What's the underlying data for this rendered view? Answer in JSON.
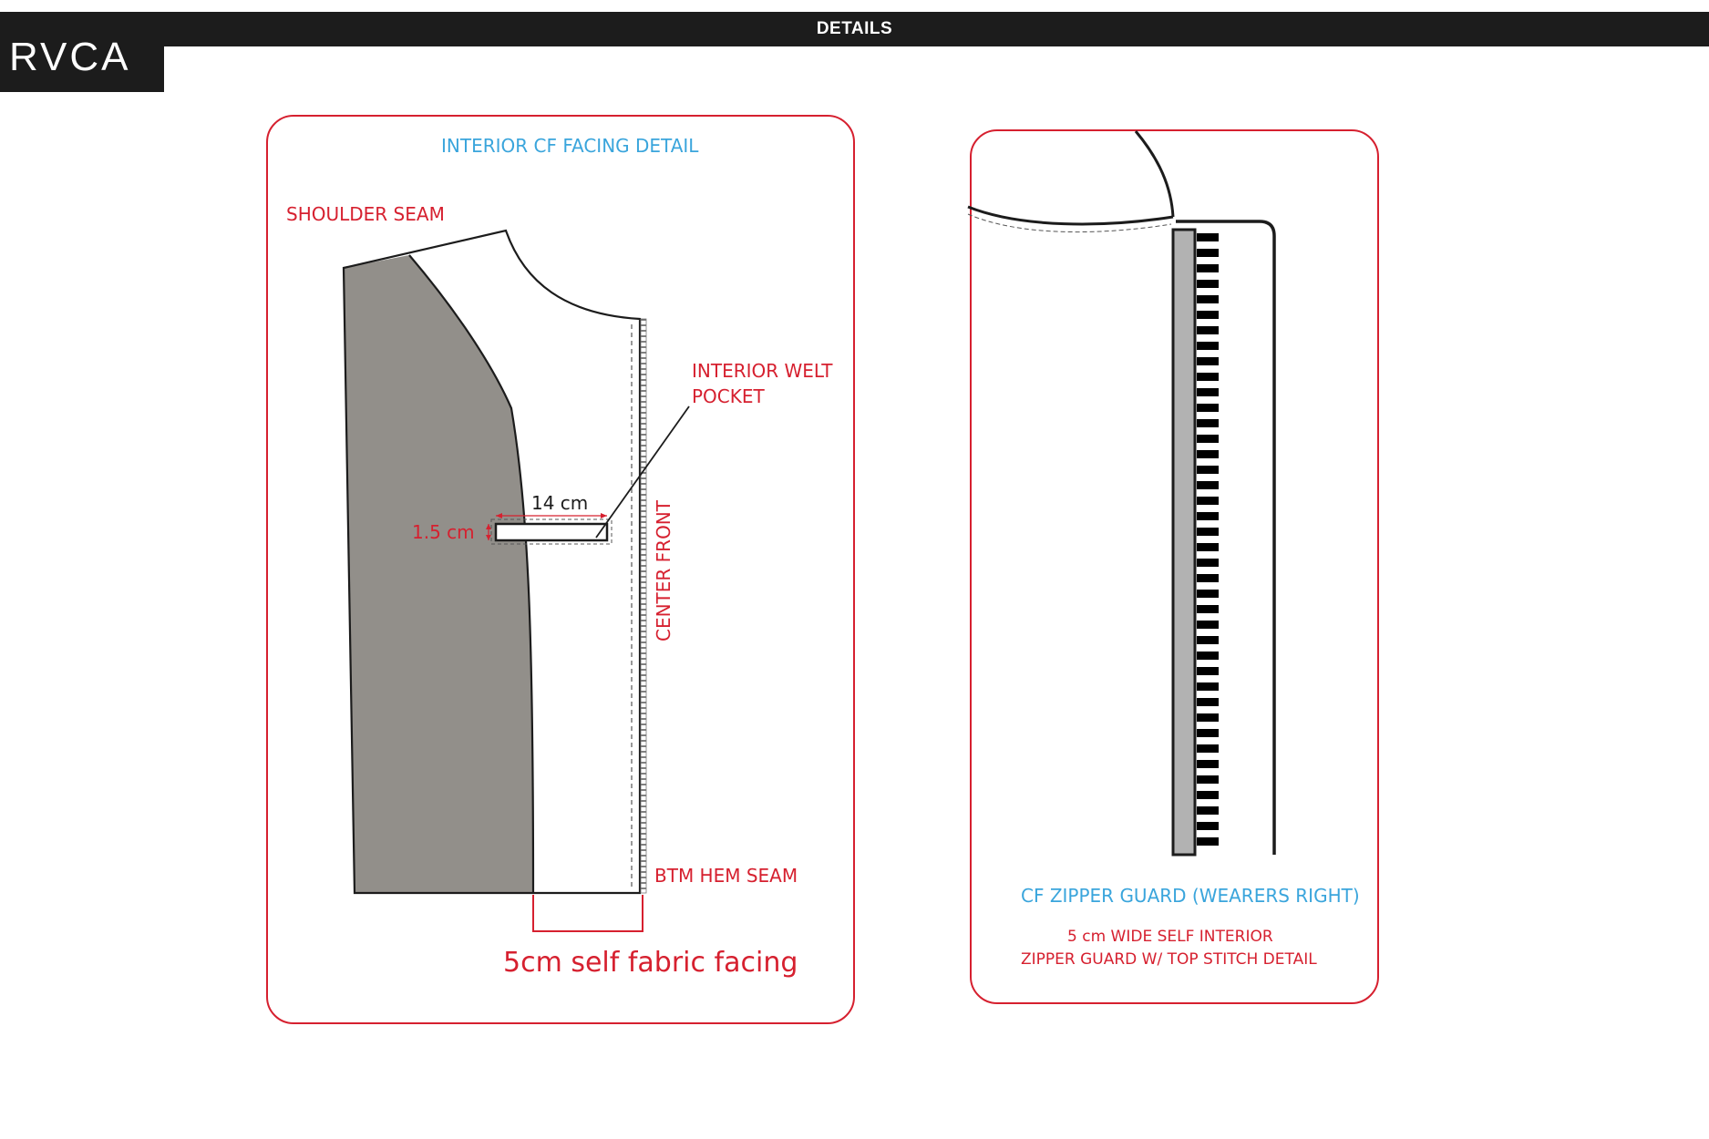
{
  "header": {
    "title": "DETAILS",
    "logo": "RVCA"
  },
  "left_panel": {
    "title": "INTERIOR CF FACING DETAIL",
    "shoulder_seam": "SHOULDER SEAM",
    "pocket_label_line1": "INTERIOR WELT",
    "pocket_label_line2": "POCKET",
    "pocket_width": "14 cm",
    "pocket_height": "1.5 cm",
    "center_front": "CENTER FRONT",
    "btm_hem_seam": "BTM HEM SEAM",
    "facing_note": "5cm self fabric facing"
  },
  "right_panel": {
    "title": "CF ZIPPER GUARD (WEARERS RIGHT)",
    "note_line1": "5 cm WIDE SELF INTERIOR",
    "note_line2": "ZIPPER GUARD W/ TOP STITCH DETAIL"
  },
  "colors": {
    "accent_red": "#d6202f",
    "accent_blue": "#3aa5dc",
    "facing_gray": "#928f8a",
    "zipper_tape_gray": "#b2b2b2",
    "header_black": "#1c1c1c"
  }
}
